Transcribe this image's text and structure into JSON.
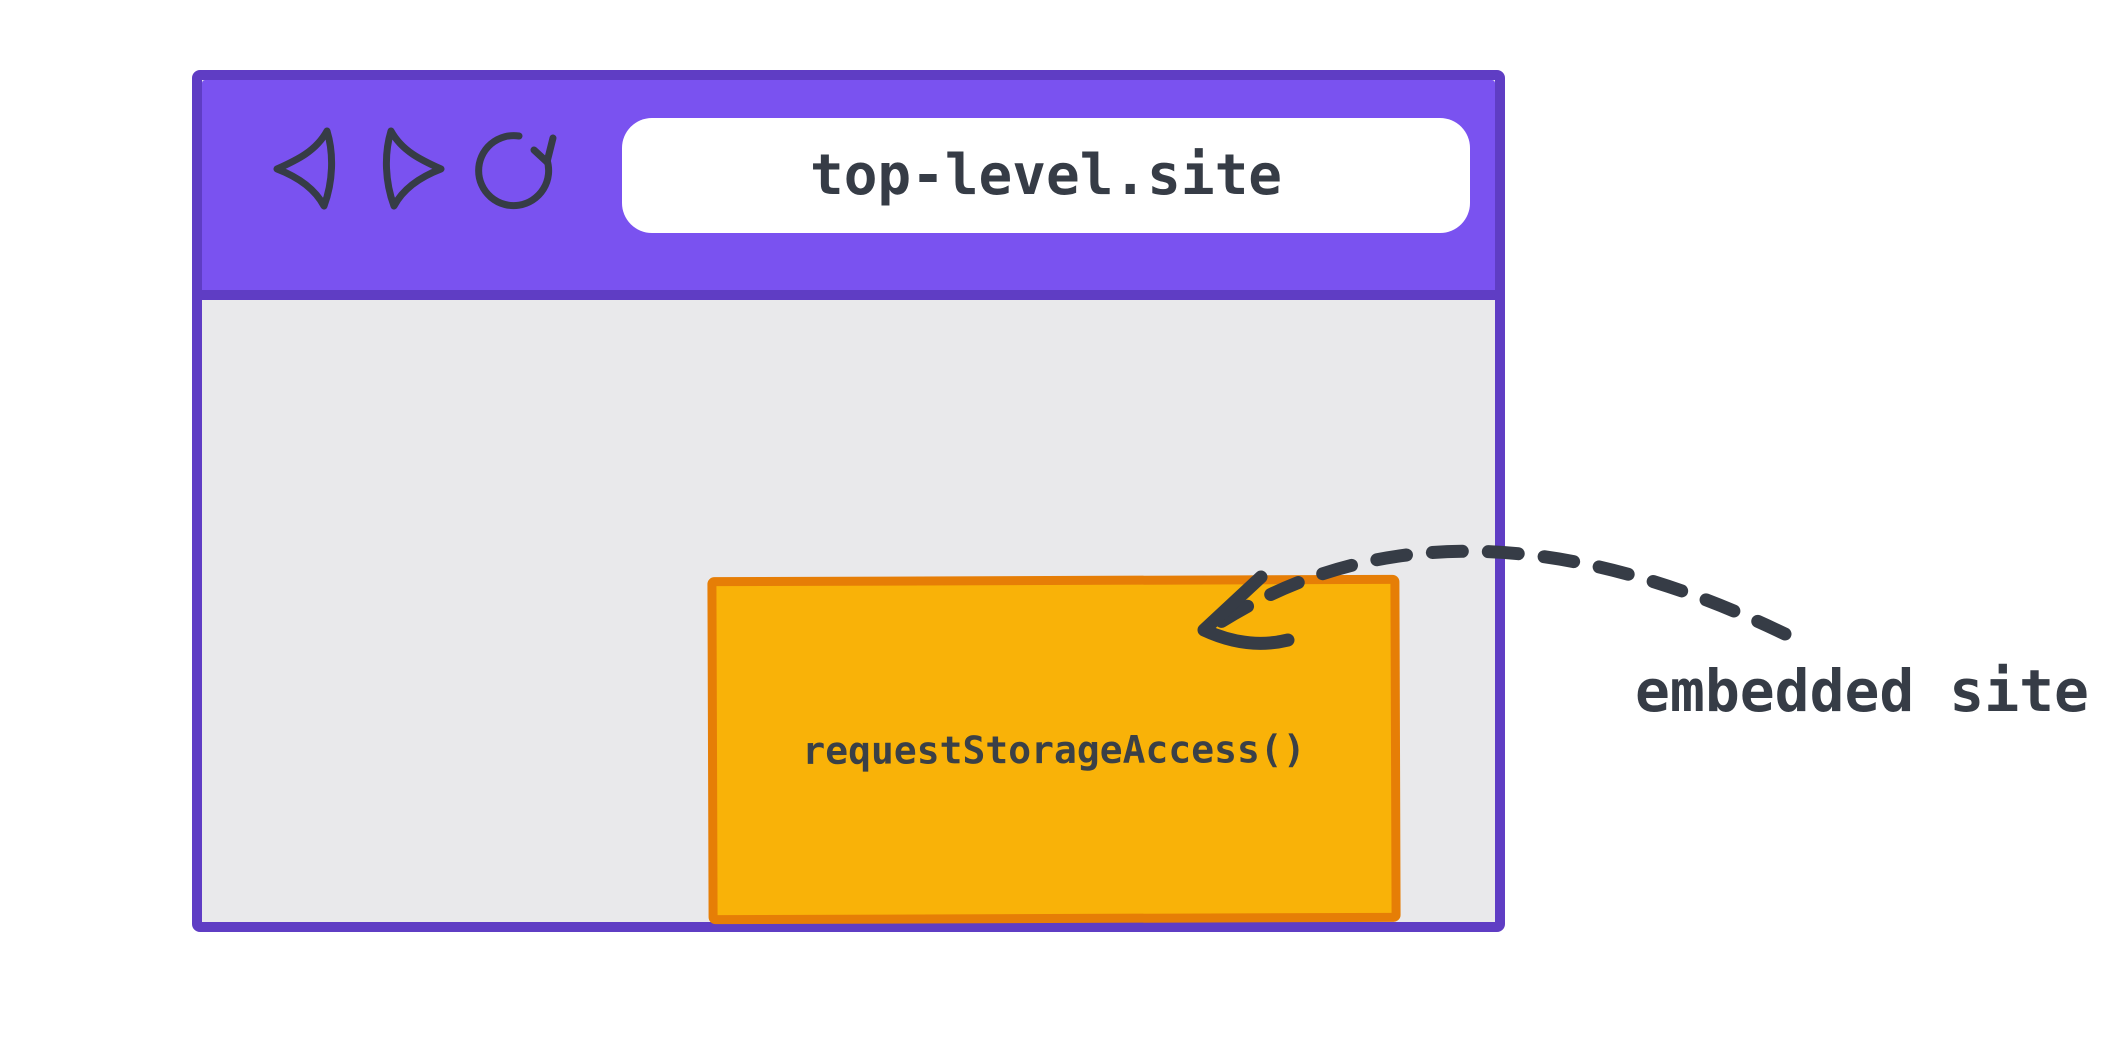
{
  "browser_window": {
    "title": "top-level site browser window",
    "address_bar": {
      "url": "top-level.site"
    },
    "toolbar_icons": [
      {
        "name": "back-icon"
      },
      {
        "name": "forward-icon"
      },
      {
        "name": "reload-icon"
      }
    ],
    "embedded_frame": {
      "label": "requestStorageAccess()"
    }
  },
  "annotation": {
    "label": "embedded site",
    "arrow": "dashed-curved-arrow-icon"
  },
  "colors": {
    "titlebar_fill": "#7a52f0",
    "window_border": "#5f3dc4",
    "content_background": "#e9e9eb",
    "address_bar_background": "#ffffff",
    "frame_fill": "#f9b208",
    "frame_border": "#e67e06",
    "ink": "#363c46",
    "page_background": "#ffffff"
  }
}
